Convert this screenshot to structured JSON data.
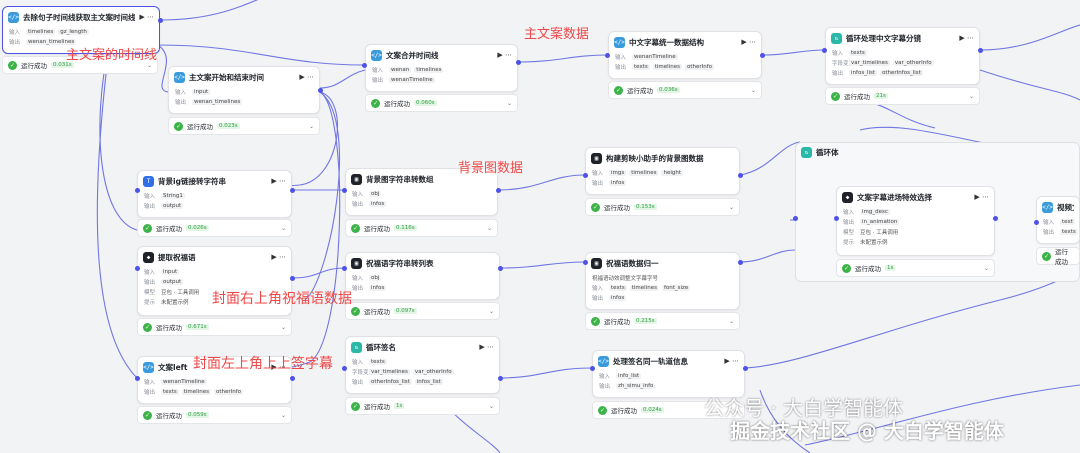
{
  "annotations": {
    "main_timeline": "主文案的时间线",
    "main_copy": "主文案数据",
    "bg_image": "背景图数据",
    "cover_right": "封面右上角祝福语数据",
    "cover_left": "封面左上角上上签字幕"
  },
  "labels": {
    "input": "输入",
    "output": "输出",
    "model": "模型",
    "prompt": "提示",
    "batch": "字段变量"
  },
  "status_text": "运行成功",
  "nodes": {
    "n1": {
      "title": "去除句子时间线获取主文案时间线",
      "in": [
        "timelines",
        "gz_length"
      ],
      "out": [
        "wenan_timelines"
      ],
      "time": "0.031s"
    },
    "n2": {
      "title": "主文案开始和结束时间",
      "in": [
        "input"
      ],
      "out": [
        "wenan_timelines"
      ],
      "time": "0.023s"
    },
    "n3": {
      "title": "文案合并时间线",
      "in": [
        "wenan",
        "timelines"
      ],
      "out": [
        "wenanTimeline"
      ],
      "time": "0.060s"
    },
    "n4": {
      "title": "中文字幕统一数据结构",
      "in": [
        "wenanTimeline"
      ],
      "out": [
        "texts",
        "timelines",
        "otherInfo"
      ],
      "time": "0.036s"
    },
    "n5": {
      "title": "循环处理中文字幕分镜",
      "in": [
        "texts"
      ],
      "batch": [
        "var_timelines",
        "var_otherInfo"
      ],
      "out": [
        "infos_list",
        "otherInfos_list"
      ],
      "time": "21s"
    },
    "n6": {
      "title": "背景ig链接转字符串",
      "in": [
        "String1"
      ],
      "out": [
        "output"
      ],
      "time": "0.026s"
    },
    "n7": {
      "title": "背景图字符串转数组",
      "in": [
        "obj"
      ],
      "out": [
        "infos"
      ],
      "time": "0.116s"
    },
    "n8": {
      "title": "构建剪映小助手的背景图数据",
      "in": [
        "imgs",
        "timelines",
        "height"
      ],
      "out": [
        "infos"
      ],
      "time": "0.153s"
    },
    "n9": {
      "title": "提取祝福语",
      "in": [
        "input"
      ],
      "out": [
        "output"
      ],
      "model": "豆包 · 工具调用",
      "prompt": "未配置示例",
      "time": "0.671s"
    },
    "n10": {
      "title": "祝福语字符串转列表",
      "in": [
        "obj"
      ],
      "out": [
        "infos"
      ],
      "time": "0.097s"
    },
    "n11": {
      "title": "祝福语数据归一",
      "sub": "祝福语动效调整文字幕字号",
      "in": [
        "texts",
        "timelines",
        "font_size"
      ],
      "out": [
        "infos"
      ],
      "time": "0.215s"
    },
    "n12": {
      "title": "文案left",
      "in": [
        "wenanTimeline"
      ],
      "out": [
        "texts",
        "timelines",
        "otherInfo"
      ],
      "time": "0.059s"
    },
    "n13": {
      "title": "循环签名",
      "in": [
        "texts"
      ],
      "batch": [
        "var_timelines",
        "var_otherInfo"
      ],
      "out": [
        "otherInfos_list",
        "infos_list"
      ],
      "time": "1s"
    },
    "n14": {
      "title": "处理签名同一轨道信息",
      "in": [
        "info_list"
      ],
      "out": [
        "zh_simu_info"
      ],
      "time": "0.024s"
    },
    "loop": {
      "title": "循环体"
    },
    "n15": {
      "title": "文案字幕进场特效选择",
      "in": [
        "img_desc"
      ],
      "out": [
        "in_animation"
      ],
      "model": "豆包 · 工具调用",
      "prompt": "未配置示例",
      "time": "1s"
    },
    "n16": {
      "title": "视频文",
      "in": [
        "text"
      ],
      "out": [
        "texts"
      ]
    }
  },
  "watermark": {
    "line1": "公众号 · 大白学智能体",
    "line2": "掘金技术社区 @ 大白学智能体"
  },
  "colors": {
    "accent": "#4d53e8",
    "success": "#3bb346",
    "annotation": "#f04848",
    "edge": "#5b60e0"
  }
}
